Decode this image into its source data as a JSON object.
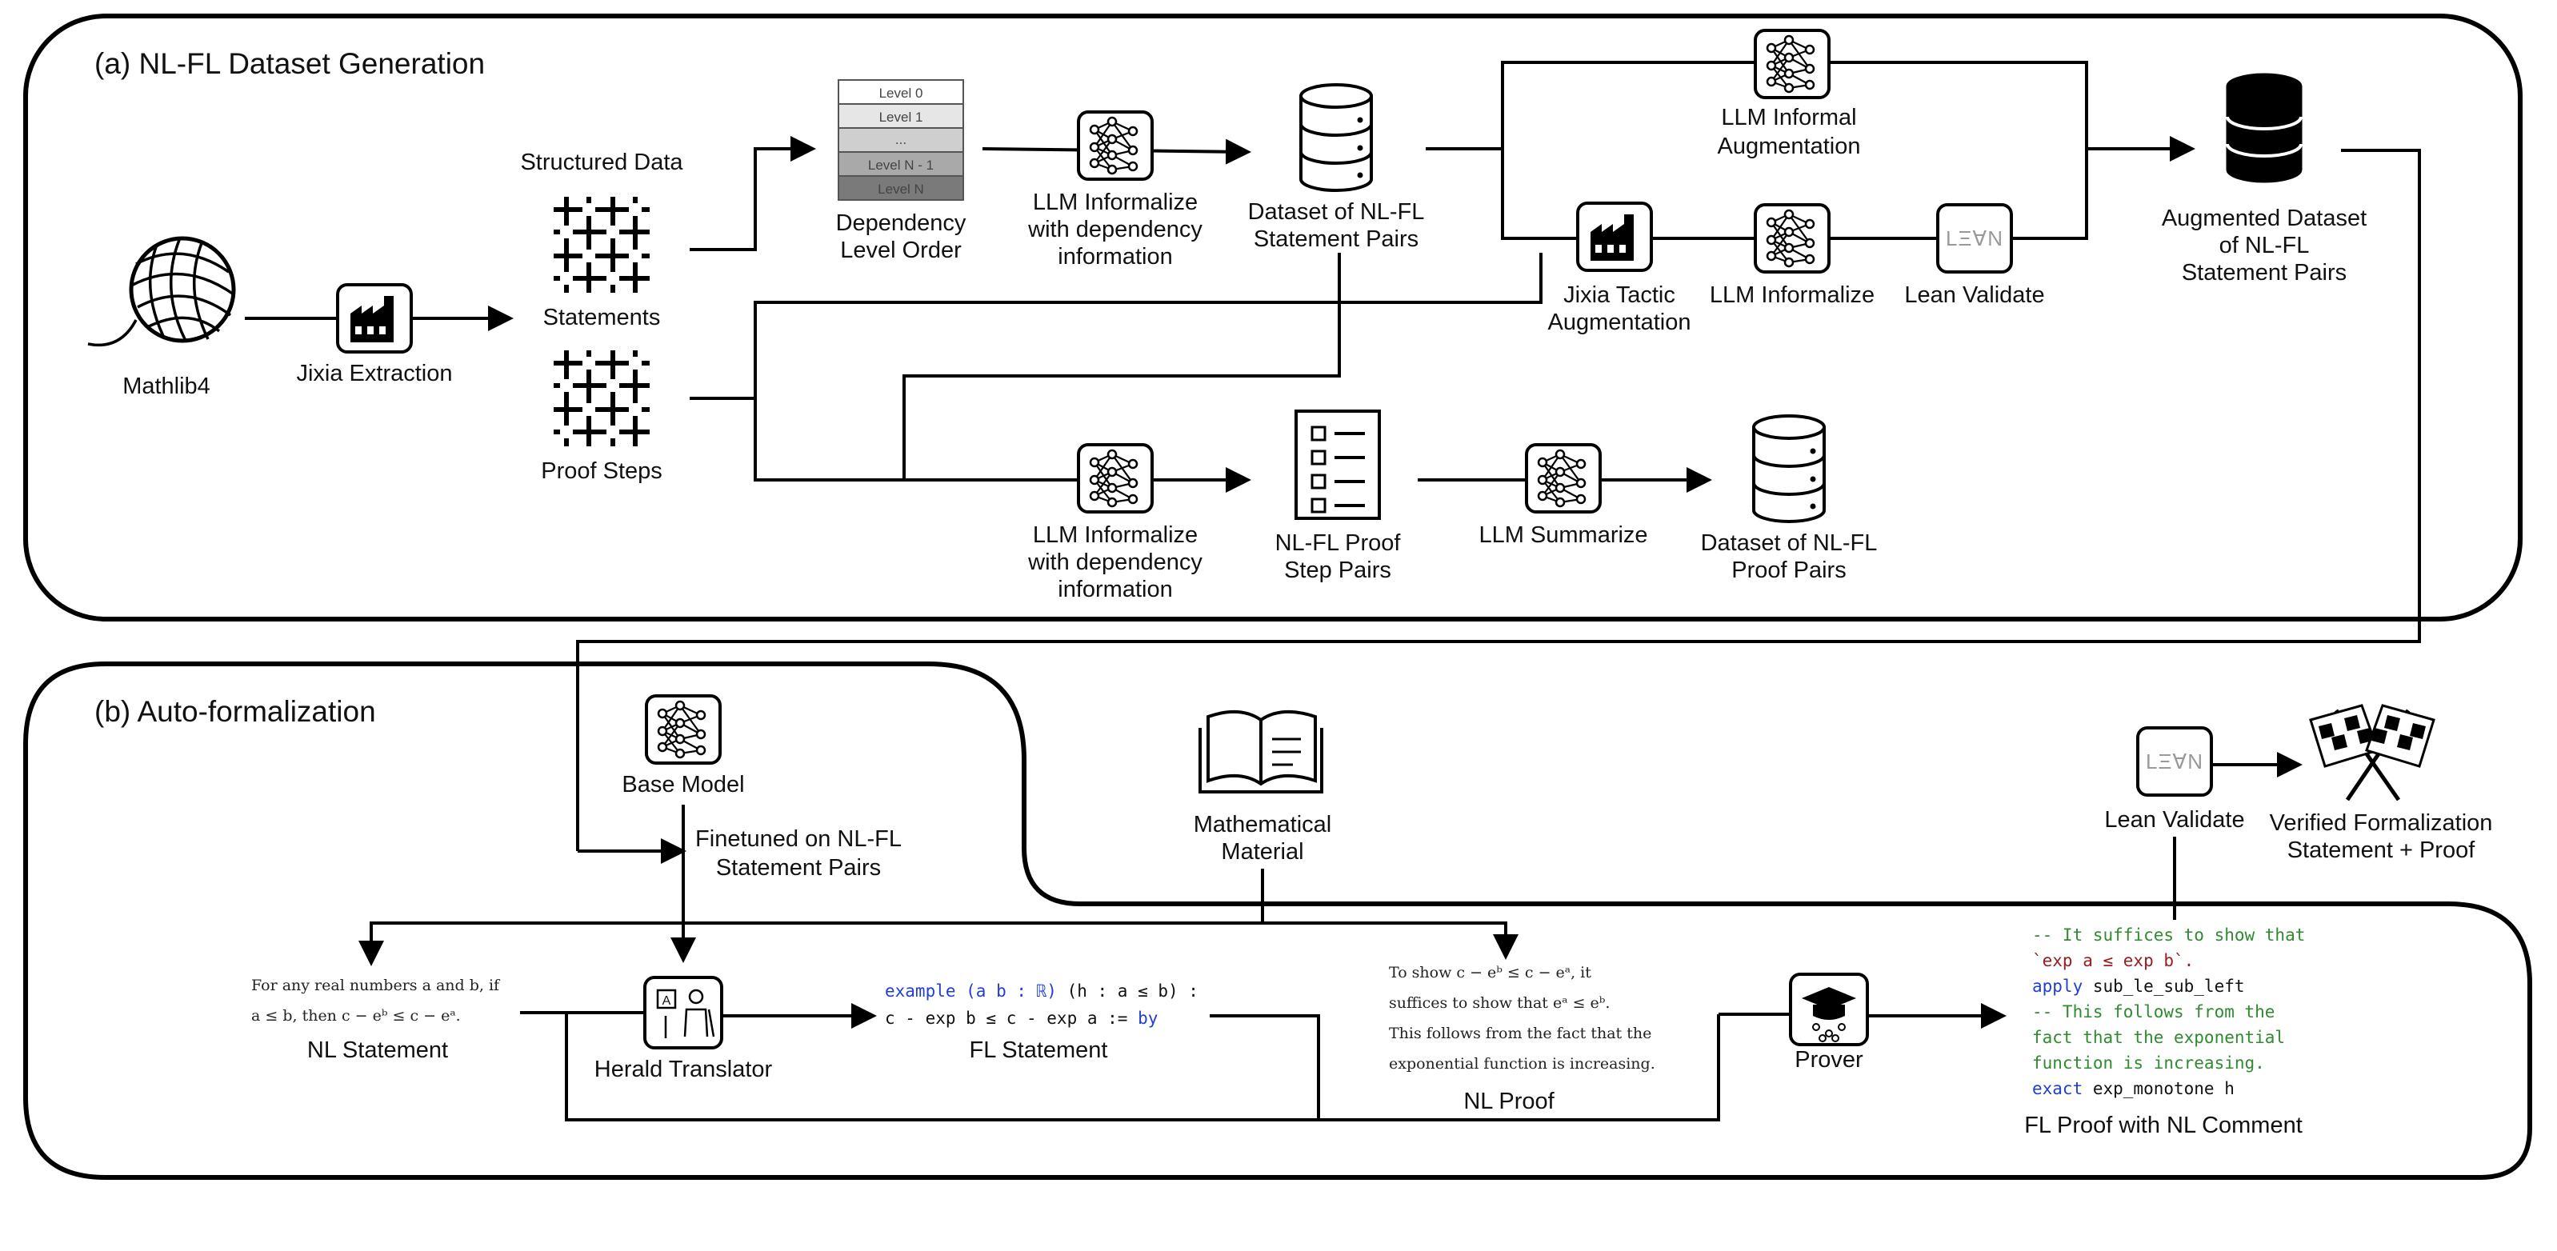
{
  "panels": {
    "a_title": "(a) NL-FL Dataset Generation",
    "b_title": "(b) Auto-formalization"
  },
  "a": {
    "mathlib": "Mathlib4",
    "jixia_extraction": "Jixia Extraction",
    "structured_data": "Structured Data",
    "statements": "Statements",
    "proof_steps": "Proof Steps",
    "levels": [
      "Level 0",
      "Level 1",
      "...",
      "Level N - 1",
      "Level N"
    ],
    "dependency_order": [
      "Dependency",
      "Level Order"
    ],
    "llm_informalize_dep": [
      "LLM Informalize",
      "with dependency",
      "information"
    ],
    "dataset_statement_pairs": [
      "Dataset of NL-FL",
      "Statement Pairs"
    ],
    "llm_informal_aug": [
      "LLM Informal",
      "Augmentation"
    ],
    "jixia_tactic_aug": [
      "Jixia Tactic",
      "Augmentation"
    ],
    "llm_informalize": "LLM Informalize",
    "lean_validate": "Lean Validate",
    "augmented_dataset": [
      "Augmented Dataset",
      "of NL-FL",
      "Statement Pairs"
    ],
    "llm_informalize_dep2": [
      "LLM Informalize",
      "with dependency",
      "information"
    ],
    "proof_step_pairs": [
      "NL-FL Proof",
      "Step Pairs"
    ],
    "llm_summarize": "LLM Summarize",
    "dataset_proof_pairs": [
      "Dataset of NL-FL",
      "Proof Pairs"
    ]
  },
  "b": {
    "base_model": "Base Model",
    "finetuned": [
      "Finetuned on NL-FL",
      "Statement Pairs"
    ],
    "math_material": [
      "Mathematical",
      "Material"
    ],
    "lean_validate": "Lean Validate",
    "verified": [
      "Verified Formalization",
      "Statement + Proof"
    ],
    "nl_statement_text": [
      "For any real numbers a and b, if",
      "a ≤ b, then c − eᵇ ≤ c − eᵃ."
    ],
    "nl_statement": "NL Statement",
    "herald": "Herald Translator",
    "fl_code": {
      "line1_kw": "example",
      "line1_a": " (a b : ℝ) ",
      "line1_b": "(h : a ≤ b) :",
      "line2": "c - exp b ≤ c - exp a := ",
      "line2_kw": "by"
    },
    "fl_statement": "FL Statement",
    "nl_proof_text": [
      "To show c − eᵇ ≤ c − eᵃ, it",
      "suffices to show that eᵃ ≤ eᵇ.",
      "This follows from the fact that the",
      "exponential function is increasing."
    ],
    "nl_proof": "NL Proof",
    "prover": "Prover",
    "fl_proof_code": {
      "c1": "-- It suffices to show that",
      "c2": "`exp a ≤ exp b`.",
      "k1": "apply",
      "k1_rest": " sub_le_sub_left",
      "c3": "-- This follows from the",
      "c4": "fact that the exponential",
      "c5": "function is increasing.",
      "k2": "exact",
      "k2_rest": " exp_monotone h"
    },
    "fl_proof": "FL Proof with NL Comment"
  }
}
